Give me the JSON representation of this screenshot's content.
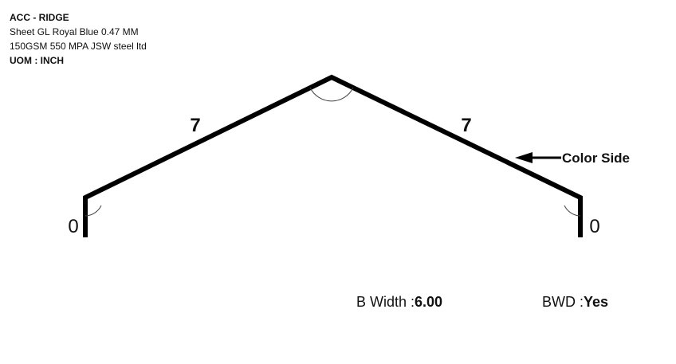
{
  "header": {
    "title": "ACC - RIDGE",
    "line1": "Sheet GL Royal Blue 0.47 MM",
    "line2": "150GSM 550 MPA JSW steel ltd",
    "uom": "UOM : INCH"
  },
  "profile": {
    "left_end": "0",
    "left_slope": "7",
    "right_slope": "7",
    "right_end": "0",
    "color_side_label": "Color Side"
  },
  "footer": {
    "b_width_label": "B Width :",
    "b_width_value": "6.00",
    "bwd_label": "BWD :",
    "bwd_value": "Yes"
  }
}
